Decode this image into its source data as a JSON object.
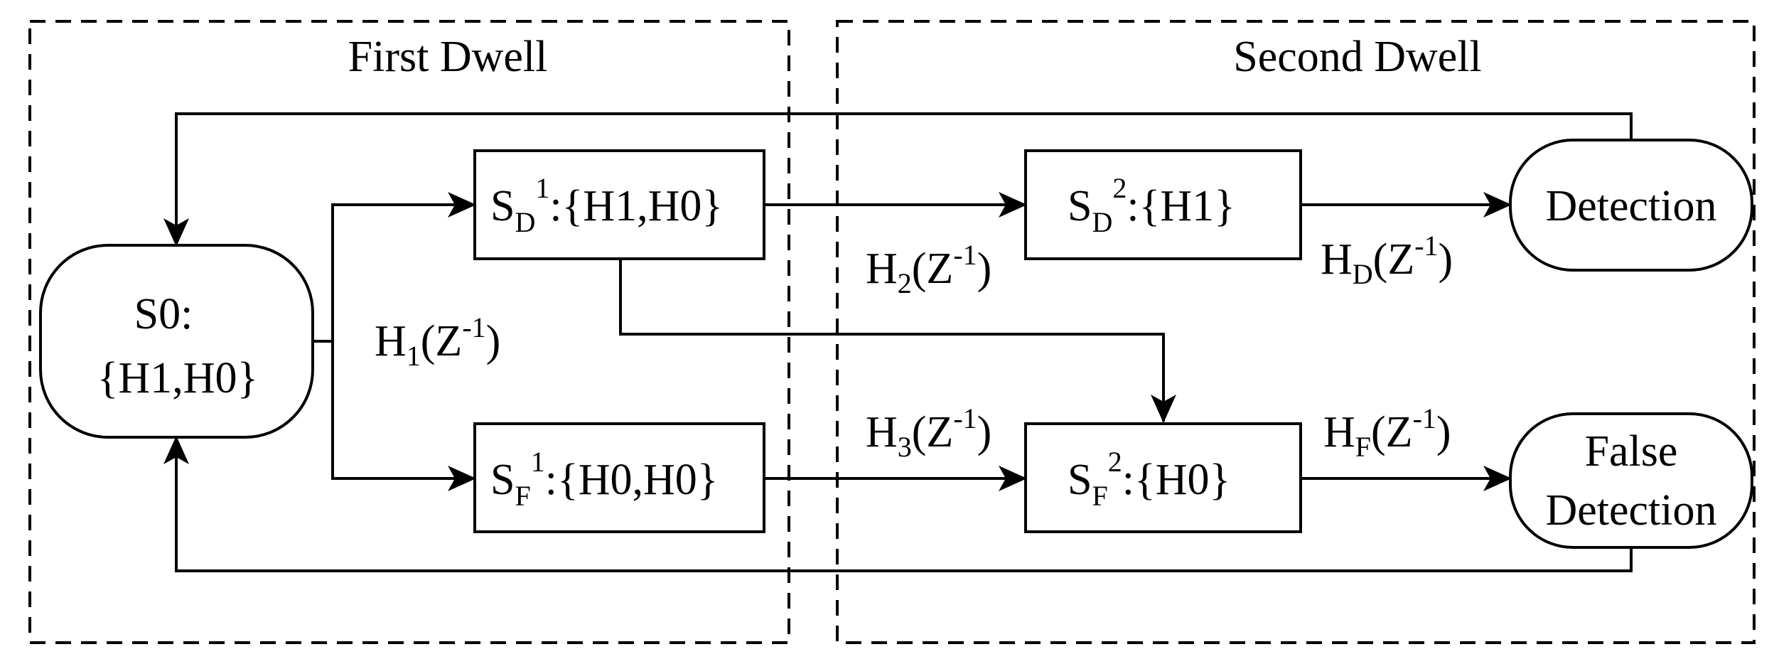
{
  "regions": {
    "first_dwell": "First Dwell",
    "second_dwell": "Second Dwell"
  },
  "nodes": {
    "s0": {
      "line1": "S0:",
      "line2": "{H1,H0}"
    },
    "sd1": {
      "base": "S",
      "sub": "D",
      "sup": "1",
      "rest": ":{H1,H0}"
    },
    "sf1": {
      "base": "S",
      "sub": "F",
      "sup": "1",
      "rest": ":{H0,H0}"
    },
    "sd2": {
      "base": "S",
      "sub": "D",
      "sup": "2",
      "rest": ":{H1}"
    },
    "sf2": {
      "base": "S",
      "sub": "F",
      "sup": "2",
      "rest": ":{H0}"
    },
    "detection": {
      "label": "Detection"
    },
    "false_detection": {
      "line1": "False",
      "line2": "Detection"
    }
  },
  "transfer_functions": {
    "h1": {
      "base": "H",
      "sub": "1",
      "arg_open": "(Z",
      "sup": "-1",
      "arg_close": ")"
    },
    "h2": {
      "base": "H",
      "sub": "2",
      "arg_open": "(Z",
      "sup": "-1",
      "arg_close": ")"
    },
    "h3": {
      "base": "H",
      "sub": "3",
      "arg_open": "(Z",
      "sup": "-1",
      "arg_close": ")"
    },
    "hd": {
      "base": "H",
      "sub": "D",
      "arg_open": "(Z",
      "sup": "-1",
      "arg_close": ")"
    },
    "hf": {
      "base": "H",
      "sub": "F",
      "arg_open": "(Z",
      "sup": "-1",
      "arg_close": ")"
    }
  }
}
